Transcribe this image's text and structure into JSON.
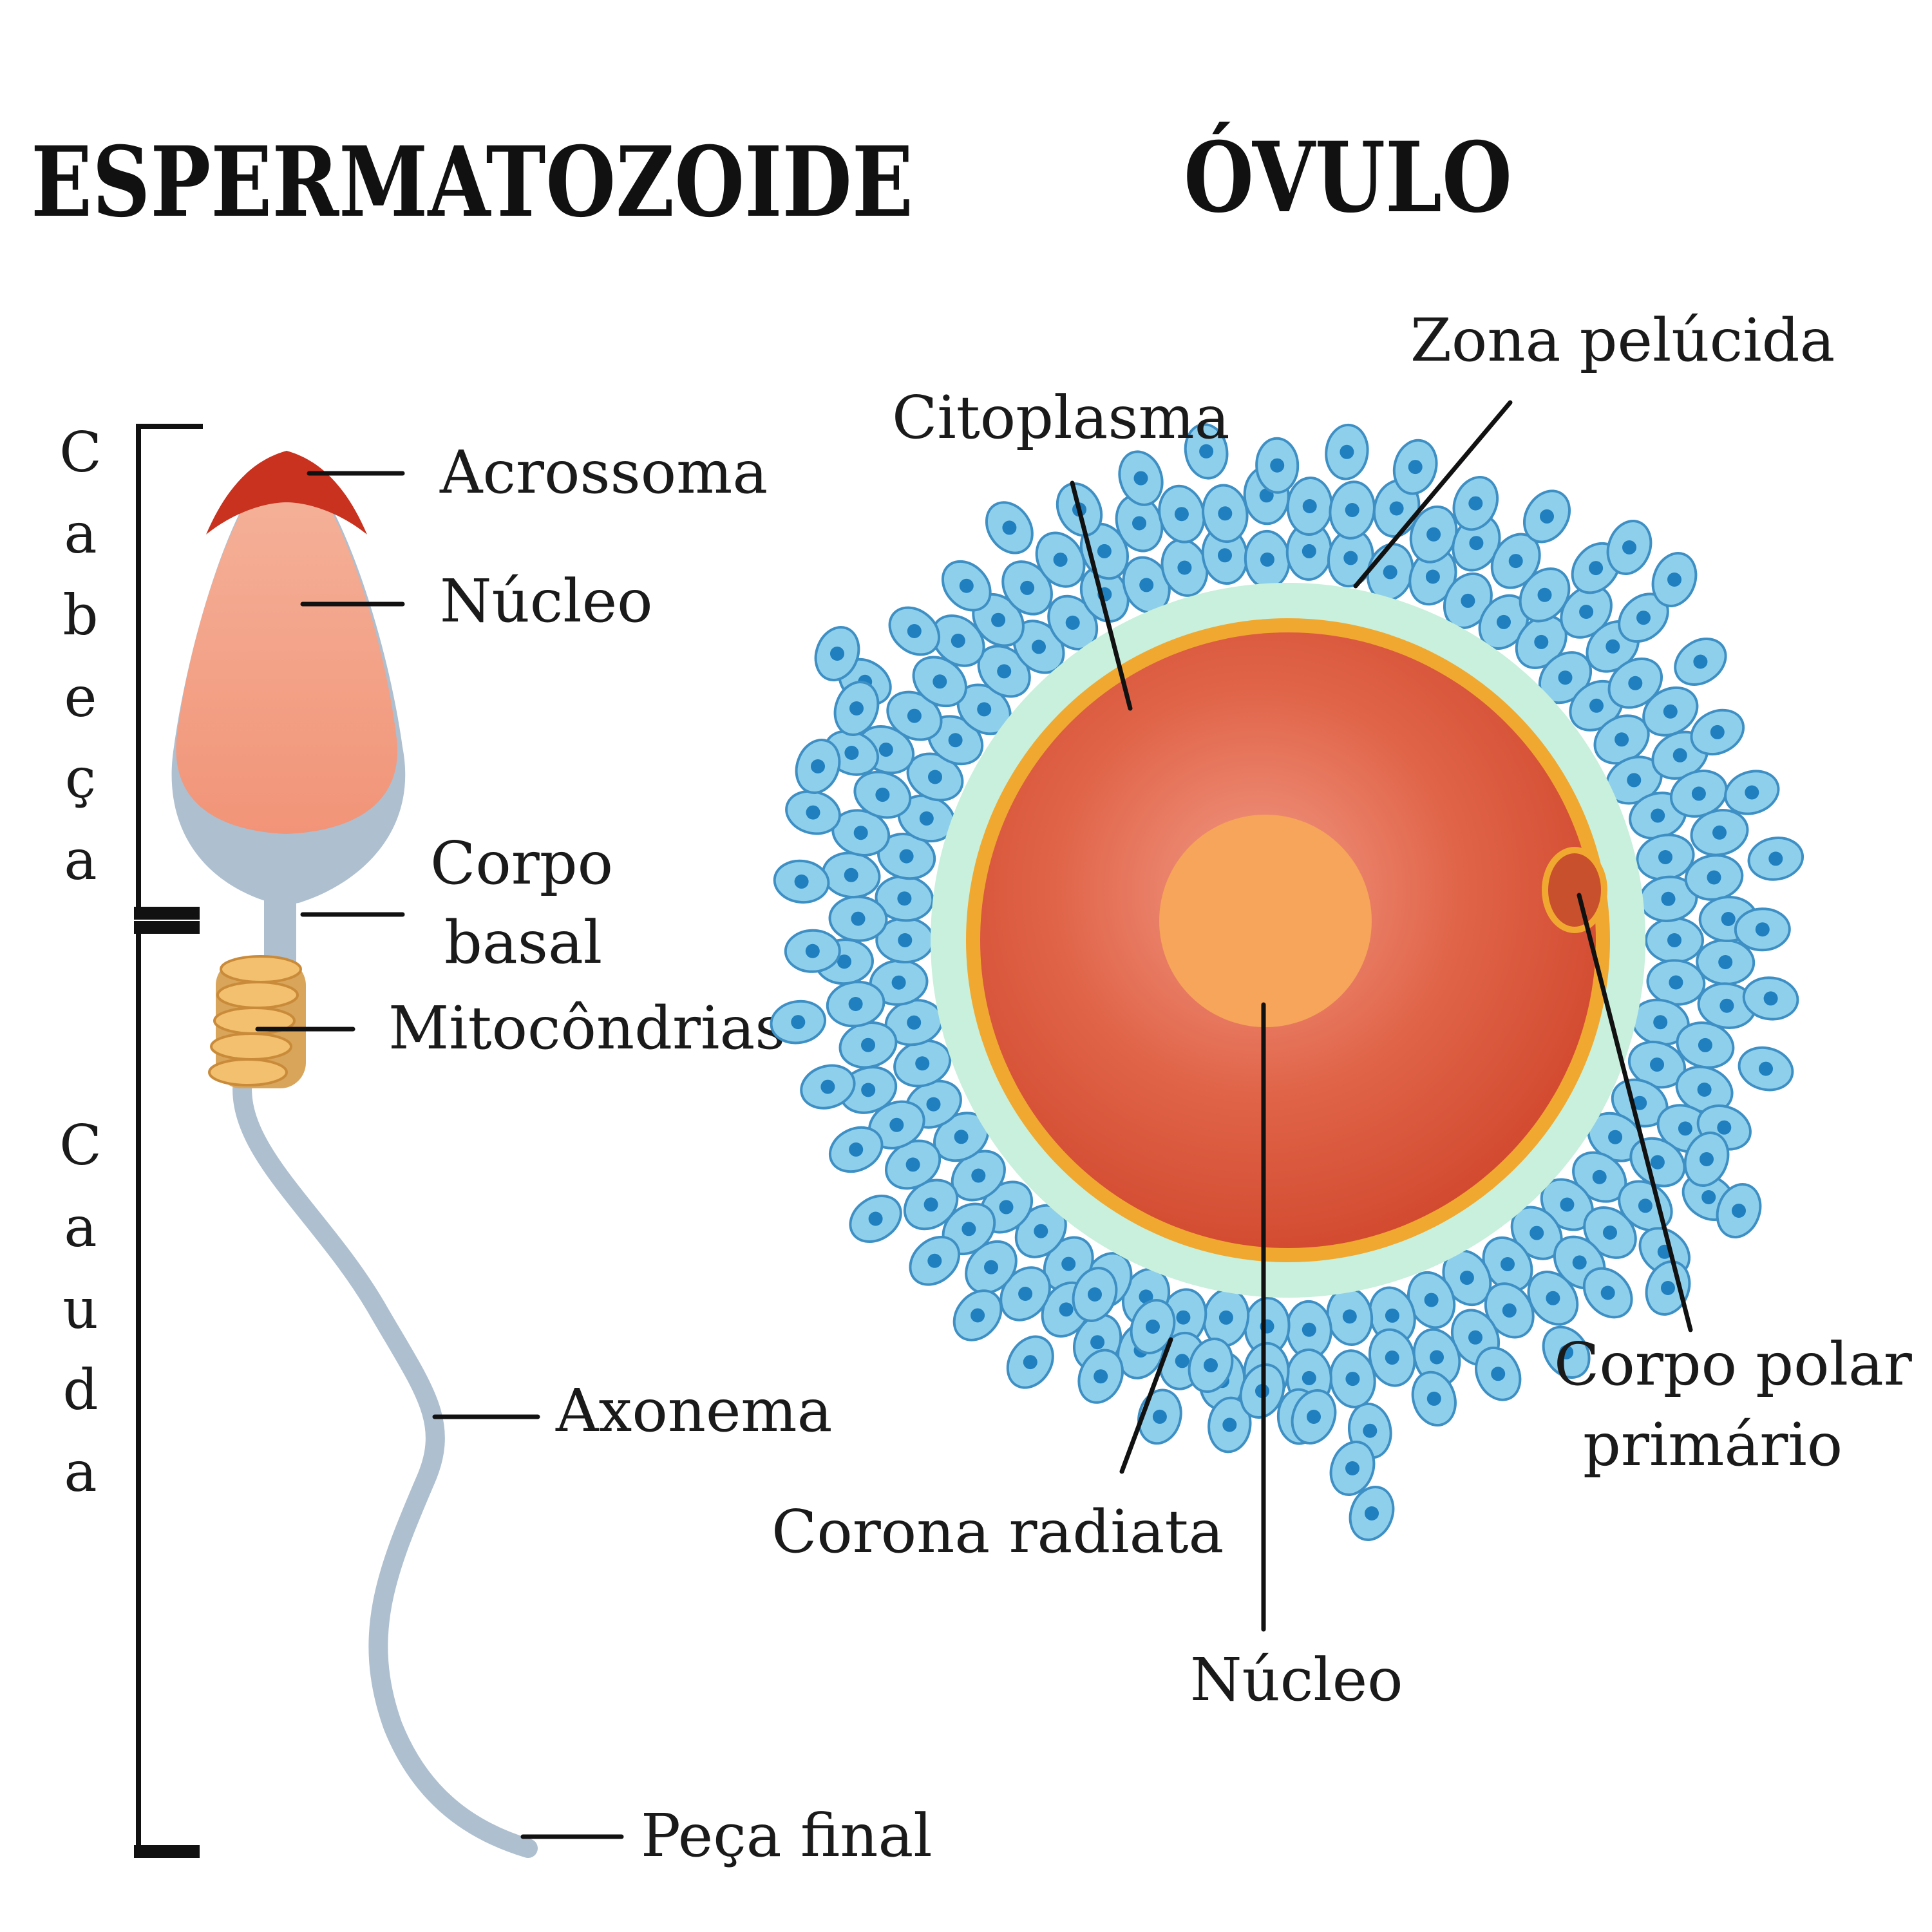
{
  "titles": {
    "sperm": "ESPERMATOZOIDE",
    "ovum": "ÓVULO"
  },
  "sperm": {
    "side_labels": {
      "head": [
        "C",
        "a",
        "b",
        "e",
        "ç",
        "a"
      ],
      "tail": [
        "C",
        "a",
        "u",
        "d",
        "a"
      ]
    },
    "labels": {
      "acrosome": "Acrossoma",
      "nucleus": "Núcleo",
      "basal_body_line1": "Corpo",
      "basal_body_line2": "basal",
      "mitochondria": "Mitocôndrias",
      "axoneme": "Axonema",
      "end_piece": "Peça final"
    }
  },
  "ovum": {
    "labels": {
      "zona_pellucida": "Zona pelúcida",
      "cytoplasm": "Citoplasma",
      "polar_body_line1": "Corpo polar",
      "polar_body_line2": "primário",
      "corona_radiata": "Corona radiata",
      "nucleus": "Núcleo"
    }
  },
  "colors": {
    "acrosome": "#c8321e",
    "head": "#f0a088",
    "tail": "#aebfd0",
    "mitochondria": "#f2c06e",
    "cytoplasm": "#dc5a3e",
    "ovum_nucleus": "#f6a55a",
    "zona": "#f0a830",
    "perivitelline": "#c8f0dc",
    "corona_cell": "#8ecfec",
    "corona_nucleus": "#1f7fbf"
  }
}
